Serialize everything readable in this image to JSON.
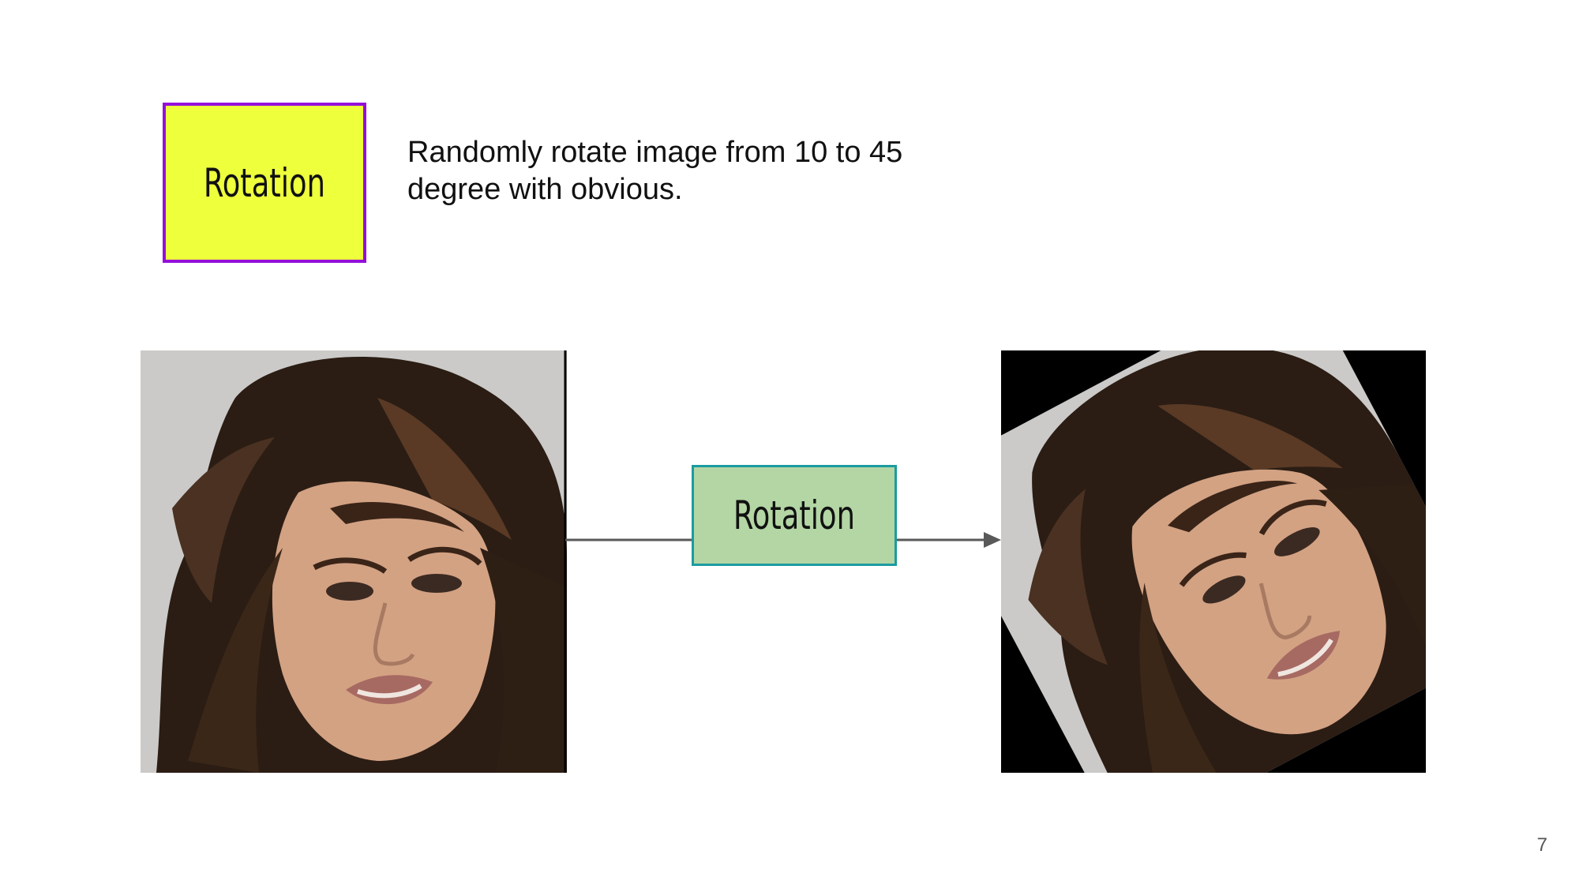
{
  "slide": {
    "title_box_label": "Rotation",
    "description": "Randomly rotate image from 10 to 45 degree with obvious.",
    "operation_label": "Rotation",
    "page_number": "7"
  },
  "images": {
    "original": "portrait-photo",
    "rotated": "rotated-portrait-photo"
  },
  "colors": {
    "title_box_fill": "#eeff3c",
    "title_box_border": "#9410d9",
    "op_box_fill": "#b3d6a4",
    "op_box_border": "#1b9ba0",
    "arrow": "#595959"
  }
}
